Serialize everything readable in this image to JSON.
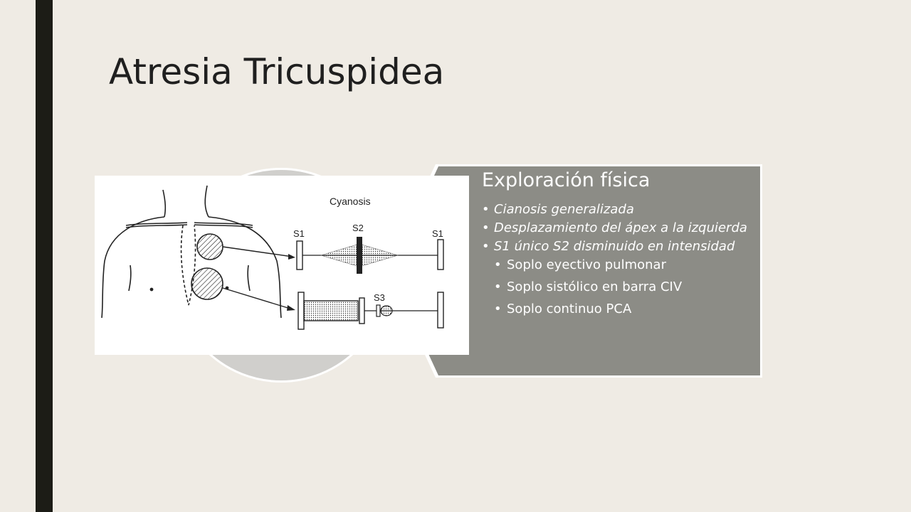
{
  "slide": {
    "title": "Atresia Tricuspidea"
  },
  "panel": {
    "heading": "Exploración física",
    "bullets": [
      "Cianosis generalizada",
      "Desplazamiento del ápex a la izquierda",
      "S1 único S2 disminuido en intensidad"
    ],
    "sub_bullets": [
      "Soplo eyectivo pulmonar",
      "Soplo sistólico en barra CIV",
      "Soplo continuo PCA"
    ]
  },
  "figure": {
    "caption": "Cyanosis",
    "labels": {
      "s1_left": "S1",
      "s2": "S2",
      "s1_right": "S1",
      "s3": "S3"
    }
  },
  "colors": {
    "background": "#efebe4",
    "left_bar": "#1c1c16",
    "panel": "#8c8c86",
    "circle": "#d0cfcc"
  }
}
